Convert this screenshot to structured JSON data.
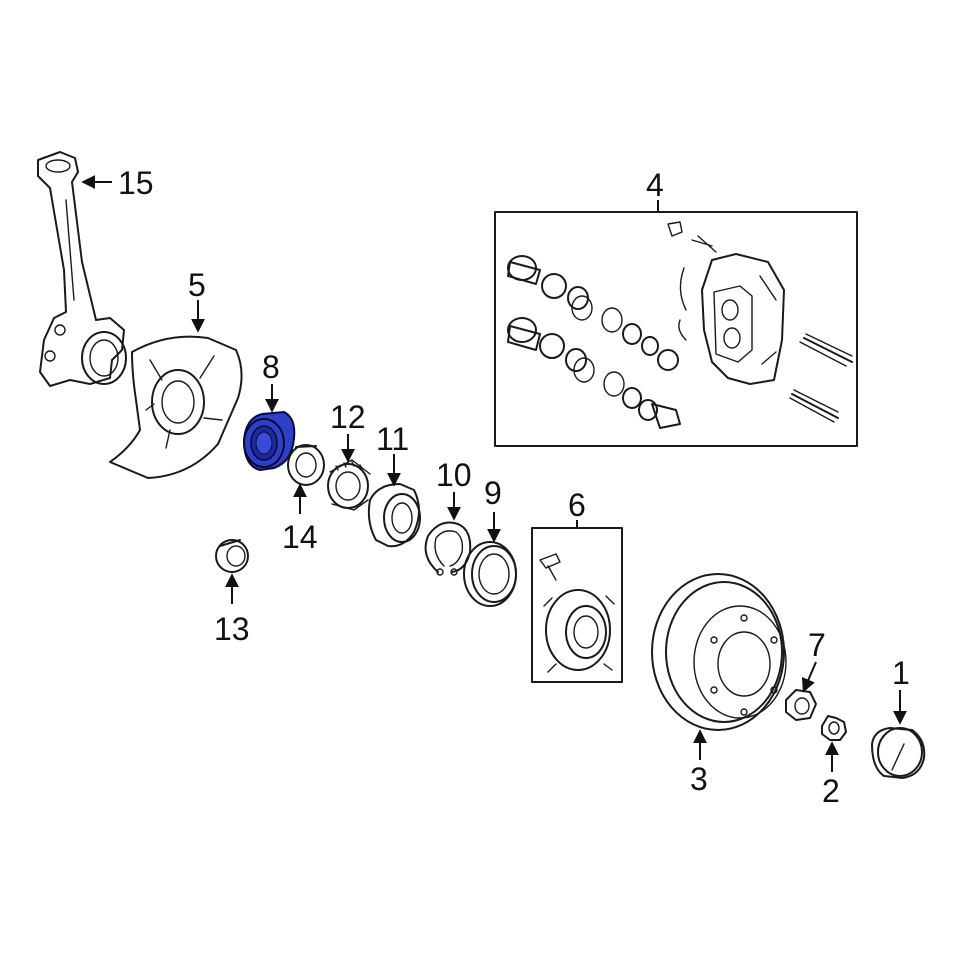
{
  "diagram": {
    "highlight_color": "#2f3fc7",
    "highlighted_part": "8",
    "callouts": [
      {
        "id": "1",
        "label": "1"
      },
      {
        "id": "2",
        "label": "2"
      },
      {
        "id": "3",
        "label": "3"
      },
      {
        "id": "4",
        "label": "4"
      },
      {
        "id": "5",
        "label": "5"
      },
      {
        "id": "6",
        "label": "6"
      },
      {
        "id": "7",
        "label": "7"
      },
      {
        "id": "8",
        "label": "8"
      },
      {
        "id": "9",
        "label": "9"
      },
      {
        "id": "10",
        "label": "10"
      },
      {
        "id": "11",
        "label": "11"
      },
      {
        "id": "12",
        "label": "12"
      },
      {
        "id": "13",
        "label": "13"
      },
      {
        "id": "14",
        "label": "14"
      },
      {
        "id": "15",
        "label": "15"
      }
    ]
  }
}
